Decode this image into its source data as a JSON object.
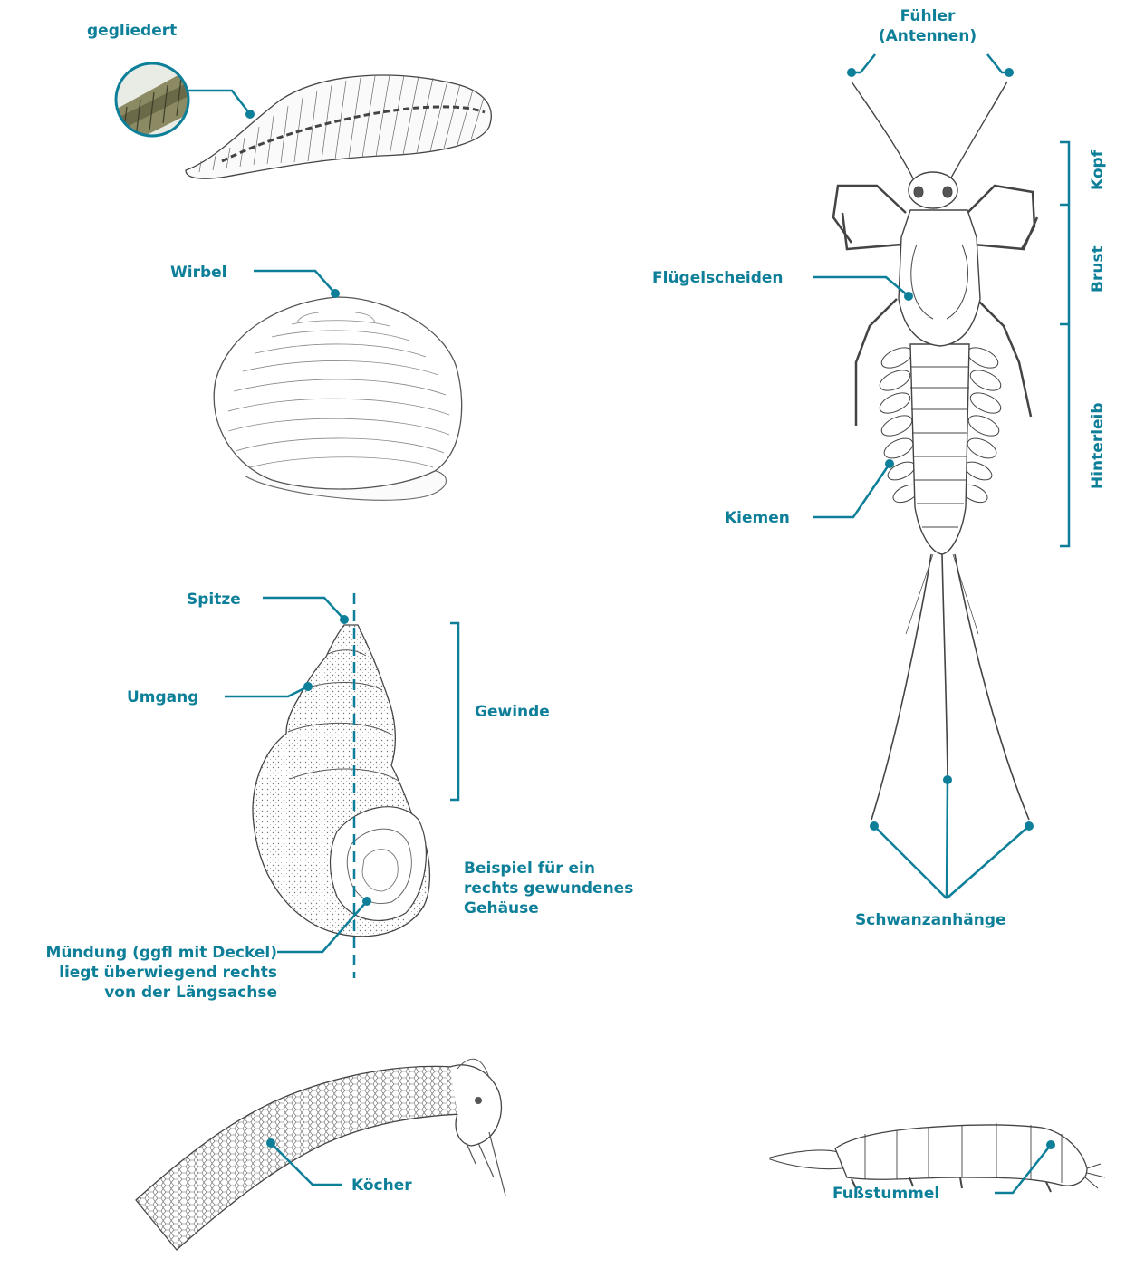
{
  "colors": {
    "accent": "#0e7f99",
    "ink": "#3a3a3a"
  },
  "leech": {
    "label": "gegliedert"
  },
  "mussel": {
    "label": "Wirbel"
  },
  "snail": {
    "apex_label": "Spitze",
    "whorl_label": "Umgang",
    "spire_label": "Gewinde",
    "example_lines": [
      "Beispiel für ein",
      "rechts gewundenes",
      "Gehäuse"
    ],
    "aperture_lines": [
      "Mündung (ggfl mit Deckel)",
      "liegt überwiegend rechts",
      "von der Längsachse"
    ]
  },
  "mayfly": {
    "antenna_lines": [
      "Fühler",
      "(Antennen)"
    ],
    "head_label": "Kopf",
    "thorax_label": "Brust",
    "abdomen_label": "Hinterleib",
    "wingpad_label": "Flügelscheiden",
    "gills_label": "Kiemen",
    "tails_label": "Schwanzanhänge"
  },
  "caddis": {
    "label": "Köcher"
  },
  "larva": {
    "label": "Fußstummel"
  }
}
